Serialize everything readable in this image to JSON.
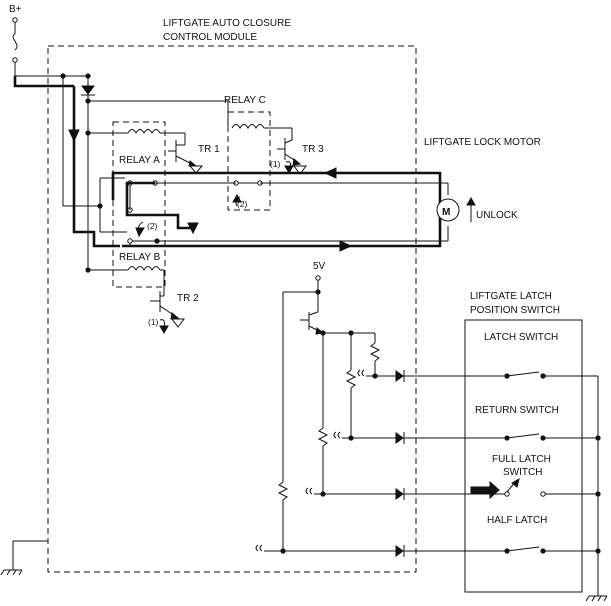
{
  "labels": {
    "supply": "B+",
    "module_line1": "LIFTGATE AUTO CLOSURE",
    "module_line2": "CONTROL MODULE",
    "relay_c": "RELAY C",
    "relay_a": "RELAY A",
    "relay_b": "RELAY B",
    "tr1": "TR 1",
    "tr2": "TR 2",
    "tr3": "TR 3",
    "motor_title": "LIFTGATE LOCK MOTOR",
    "motor_symbol": "M",
    "unlock": "UNLOCK",
    "five_volt": "5V",
    "switch_title_line1": "LIFTGATE LATCH",
    "switch_title_line2": "POSITION SWITCH",
    "latch_switch": "LATCH SWITCH",
    "return_switch": "RETURN SWITCH",
    "full_latch_line1": "FULL LATCH",
    "full_latch_line2": "SWITCH",
    "half_latch": "HALF LATCH",
    "step1": "(1)",
    "step2": "(2)"
  }
}
